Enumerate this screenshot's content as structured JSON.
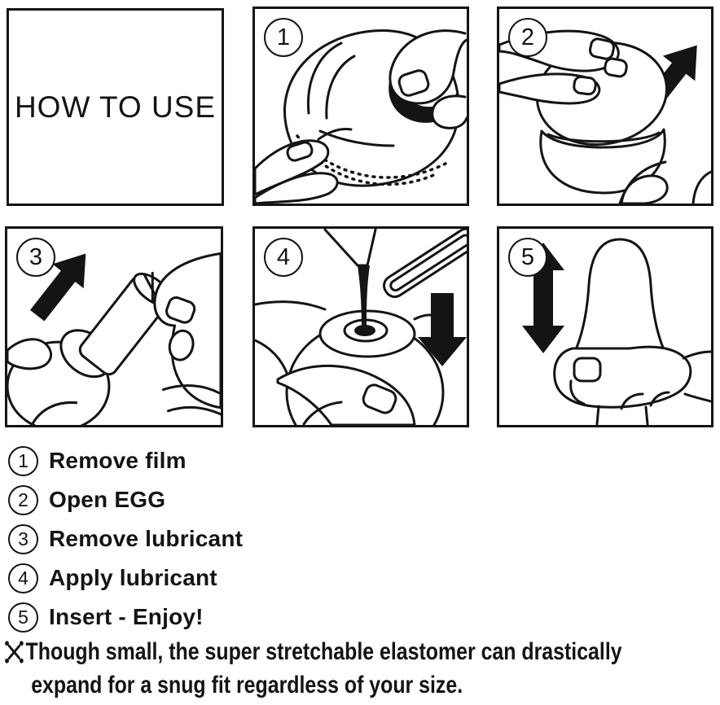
{
  "colors": {
    "ink": "#141414",
    "background": "#ffffff"
  },
  "title_box": {
    "label": "HOW TO USE"
  },
  "panels": [
    {
      "num": "1",
      "name": "remove-film",
      "illustration": "hands peeling sealing film from egg, dotted tear lines, dark opening"
    },
    {
      "num": "2",
      "name": "open-egg",
      "illustration": "hands twisting egg top half off bottom shell",
      "arrow": "up-right"
    },
    {
      "num": "3",
      "name": "remove-lubricant",
      "illustration": "fingers pulling lubricant capsule out of egg half",
      "arrow": "up-right"
    },
    {
      "num": "4",
      "name": "apply-lubricant",
      "illustration": "lubricant pouring from sachet into egg opening",
      "arrow": "down"
    },
    {
      "num": "5",
      "name": "insert-enjoy",
      "illustration": "hand stroking stretched egg up and down",
      "arrow": "up-down"
    }
  ],
  "steps": [
    {
      "num": "1",
      "label": "Remove film"
    },
    {
      "num": "2",
      "label": "Open EGG"
    },
    {
      "num": "3",
      "label": "Remove lubricant"
    },
    {
      "num": "4",
      "label": "Apply lubricant"
    },
    {
      "num": "5",
      "label": "Insert - Enjoy!"
    }
  ],
  "footnote": {
    "marker": "※",
    "line1": "Though small, the super stretchable elastomer can drastically",
    "line2": "expand for a snug fit regardless of your size."
  }
}
